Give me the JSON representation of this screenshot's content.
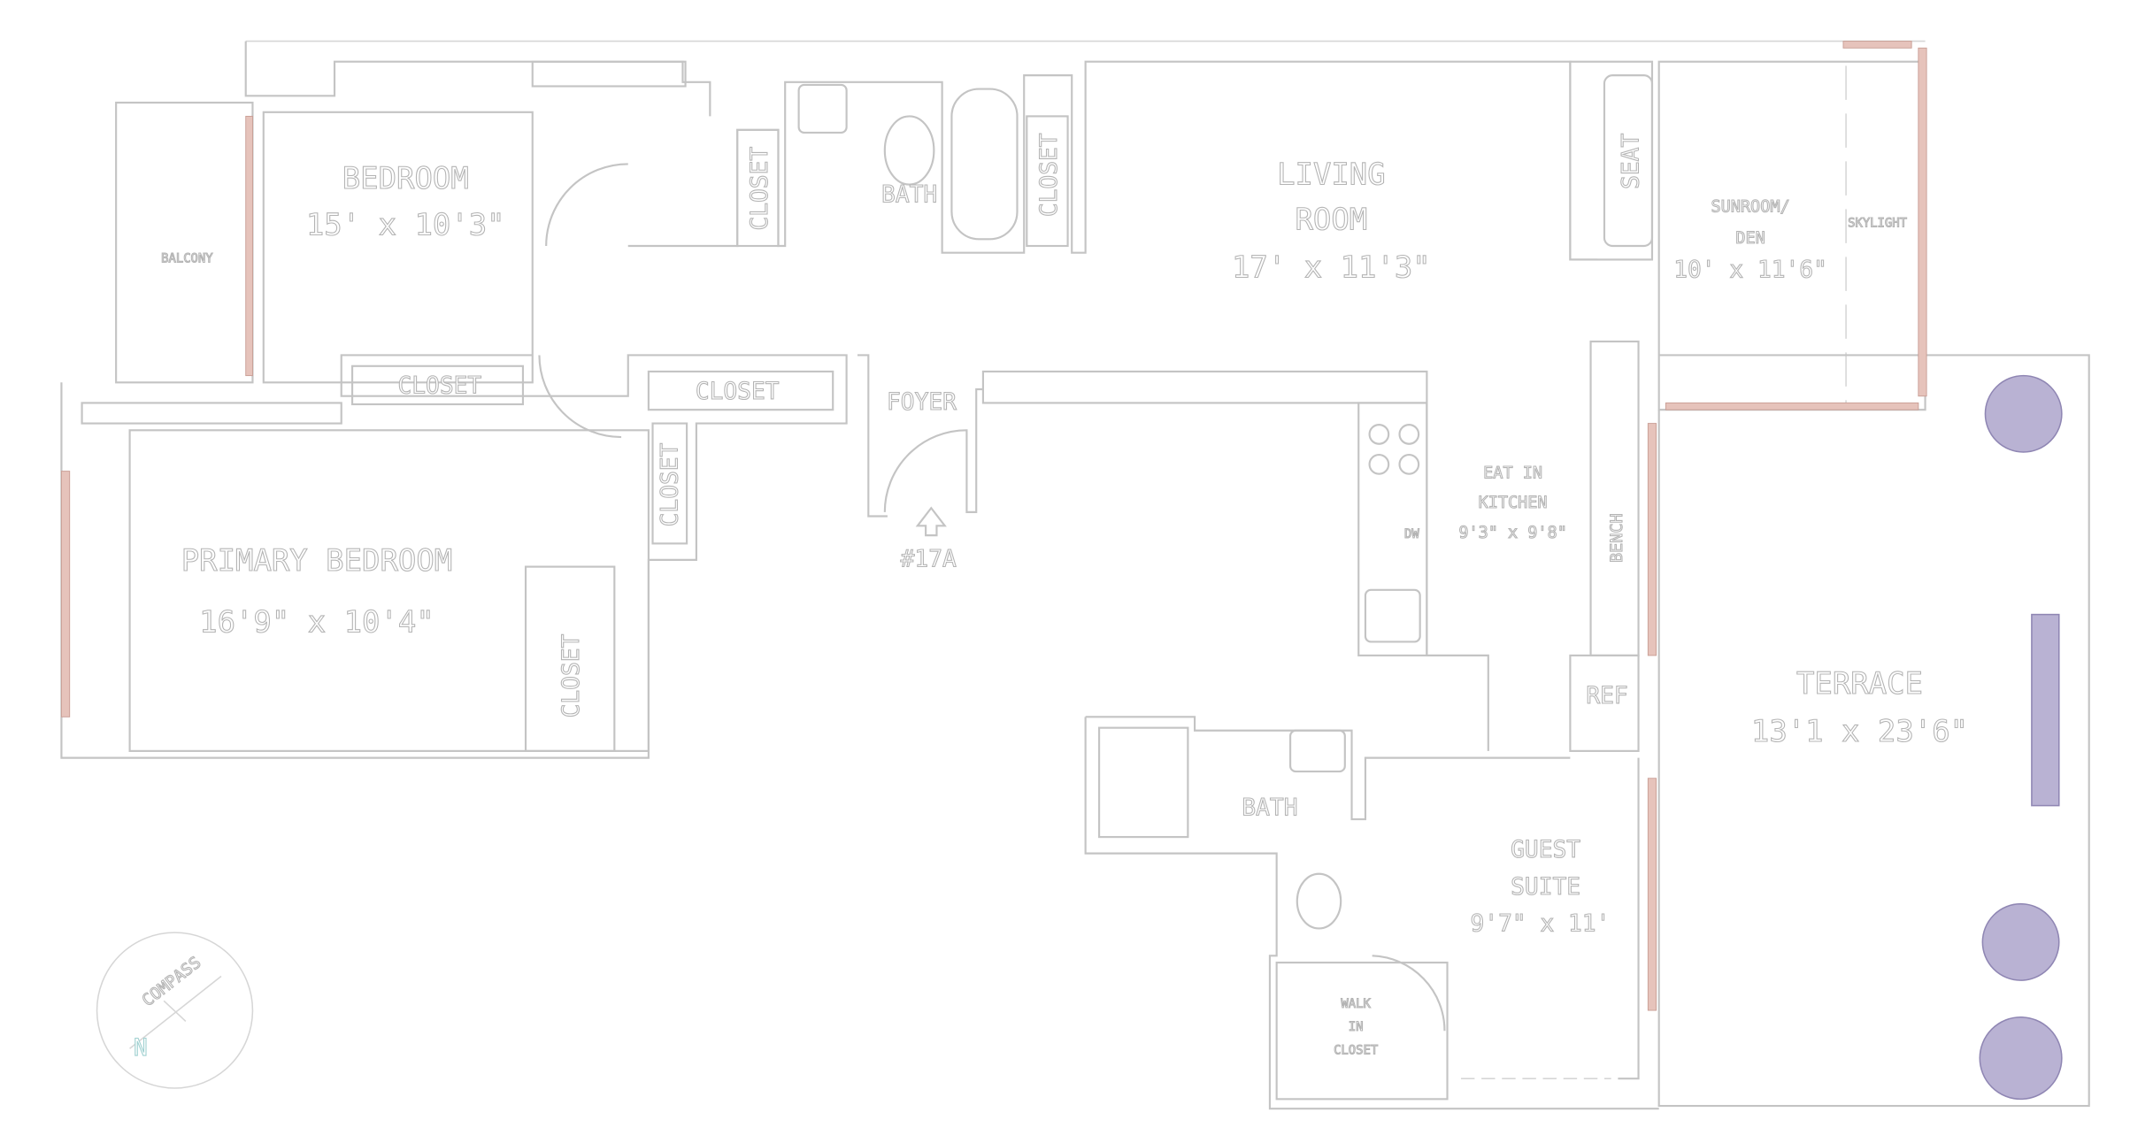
{
  "floor_plan": {
    "unit": "#17A",
    "rooms": {
      "bedroom": {
        "name": "BEDROOM",
        "dims": "15' x 10'3\""
      },
      "balcony": {
        "name": "BALCONY"
      },
      "primary_bedroom": {
        "name": "PRIMARY BEDROOM",
        "dims": "16'9\" x 10'4\""
      },
      "bath1": {
        "name": "BATH"
      },
      "living_room": {
        "name_line1": "LIVING",
        "name_line2": "ROOM",
        "dims": "17' x 11'3\""
      },
      "sunroom": {
        "name_line1": "SUNROOM/",
        "name_line2": "DEN",
        "dims": "10' x 11'6\""
      },
      "foyer": {
        "name": "FOYER"
      },
      "kitchen": {
        "name_line1": "EAT IN",
        "name_line2": "KITCHEN",
        "dims": "9'3\" x 9'8\""
      },
      "terrace": {
        "name": "TERRACE",
        "dims": "13'1 x 23'6\""
      },
      "bath2": {
        "name": "BATH"
      },
      "guest_suite": {
        "name_line1": "GUEST",
        "name_line2": "SUITE",
        "dims": "9'7\" x 11'"
      },
      "walk_in_closet": {
        "line1": "WALK",
        "line2": "IN",
        "line3": "CLOSET"
      }
    },
    "fixtures": {
      "closet": "CLOSET",
      "seat": "SEAT",
      "skylight": "SKYLIGHT",
      "bench": "BENCH",
      "ref": "REF",
      "dw": "DW"
    },
    "compass": {
      "label": "COMPASS",
      "north": "N"
    },
    "colors": {
      "walls": "#c4c4c4",
      "windows": "#e6c3bb",
      "plants": "#b9b2d3"
    }
  }
}
